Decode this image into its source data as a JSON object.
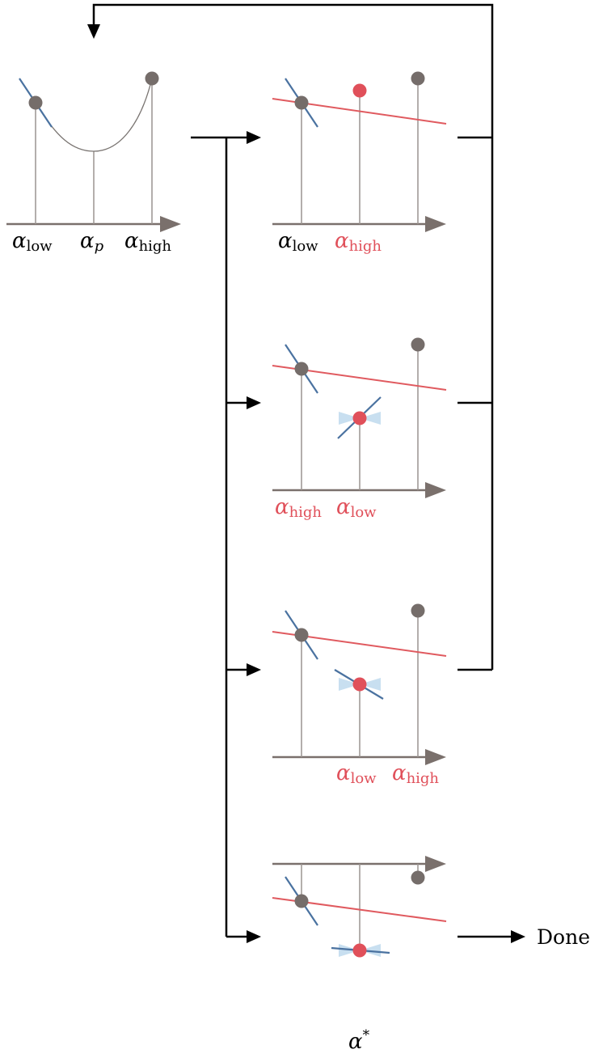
{
  "labels": {
    "alpha": "α",
    "sub_low": "low",
    "sub_high": "high",
    "sub_p": "p",
    "sup_star": "*"
  },
  "done_label": "Done",
  "colors": {
    "connector": "#000000",
    "axis": "#7a706c",
    "stem": "#9a9490",
    "point_gray": "#756d6a",
    "point_red": "#e0505a",
    "tangent_blue": "#4a72a0",
    "secant_red": "#e05a5f",
    "curve": "#7a7572",
    "cone_light_blue": "#c8dff0",
    "label_black": "#000000",
    "label_red": "#e0505a"
  }
}
